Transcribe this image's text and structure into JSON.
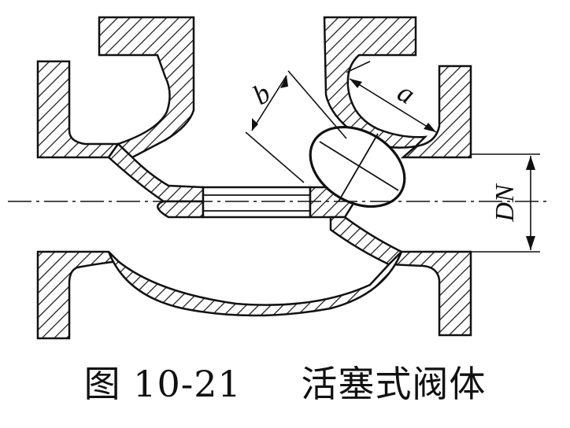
{
  "figure": {
    "number": "图 10-21",
    "title": "活塞式阀体"
  },
  "labels": {
    "dim_a": "a",
    "dim_b": "b",
    "dim_dn": "DN"
  },
  "colors": {
    "ink": "#111111",
    "background": "#ffffff"
  }
}
